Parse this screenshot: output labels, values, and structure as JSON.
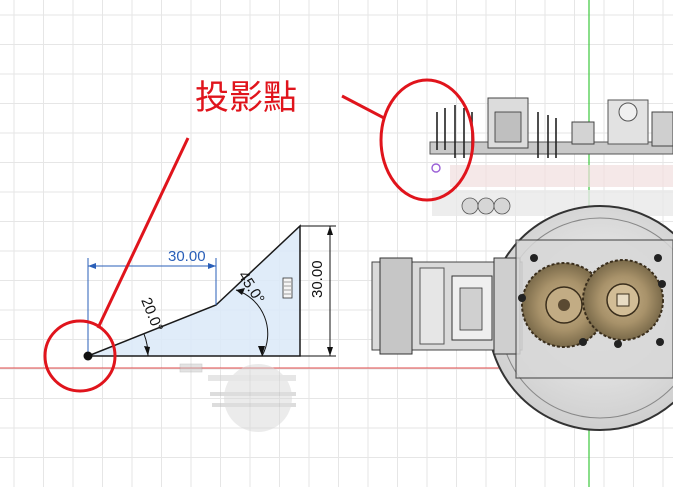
{
  "annotation": {
    "label": "投影點",
    "color": "#e0141c"
  },
  "sketch": {
    "dim_horizontal": "30.00",
    "dim_vertical": "30.00",
    "angle_small": "20.0°",
    "angle_large": "45.0°",
    "dim_color_selected": "#2a5fb8",
    "dim_color_default": "#111111"
  },
  "canvas": {
    "background": "#ffffff",
    "grid_color": "#e6e6e6",
    "x_axis_color": "#e04848",
    "y_axis_color": "#3cc93c"
  }
}
